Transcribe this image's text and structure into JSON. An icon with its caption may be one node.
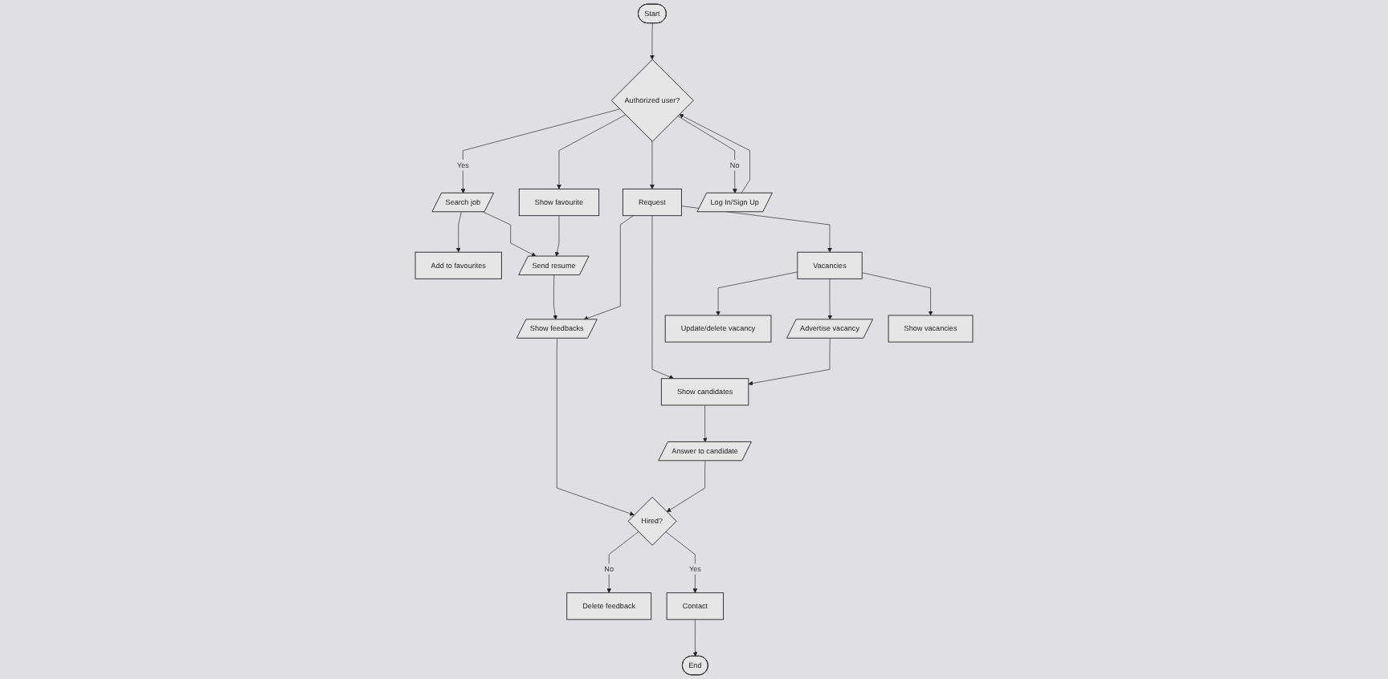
{
  "diagram": {
    "nodes": [
      {
        "text": [
          "Start"
        ]
      },
      {
        "text": [
          "Authorized user?"
        ]
      },
      {
        "text": [
          "Search job"
        ]
      },
      {
        "text": [
          "Show favourite"
        ]
      },
      {
        "text": [
          "Request"
        ]
      },
      {
        "text": [
          "Log In/Sign Up"
        ]
      },
      {
        "text": [
          "Add to favourites"
        ]
      },
      {
        "text": [
          "Send resume"
        ]
      },
      {
        "text": [
          "Show feedbacks"
        ]
      },
      {
        "text": [
          "Show candidates"
        ]
      },
      {
        "text": [
          "Vacancies"
        ]
      },
      {
        "text": [
          "Update/delete vacancy"
        ]
      },
      {
        "text": [
          "Hired?"
        ]
      },
      {
        "text": [
          "Answer to candidate"
        ]
      },
      {
        "text": [
          "Advertise vacancy"
        ]
      },
      {
        "text": [
          "Show vacancies"
        ]
      },
      {
        "text": [
          "Delete feedback"
        ]
      },
      {
        "text": [
          "Contact"
        ]
      },
      {
        "text": [
          "End"
        ]
      }
    ],
    "edges": [
      {
        "from": 0,
        "to": 1,
        "arrow": "to"
      },
      {
        "from": 1,
        "to": 2,
        "arrow": "to",
        "label": "Yes"
      },
      {
        "from": 1,
        "to": 3,
        "arrow": "to"
      },
      {
        "from": 1,
        "to": 4,
        "arrow": "to"
      },
      {
        "from": 1,
        "to": 5,
        "arrow": "to",
        "label": "No"
      },
      {
        "from": 5,
        "to": 1,
        "arrow": "to"
      },
      {
        "from": 2,
        "to": 6,
        "arrow": "to"
      },
      {
        "from": 2,
        "to": 7,
        "arrow": "to"
      },
      {
        "from": 3,
        "to": 7,
        "arrow": "to"
      },
      {
        "from": 4,
        "to": 8,
        "arrow": "to"
      },
      {
        "from": 4,
        "to": 9,
        "arrow": "to"
      },
      {
        "from": 4,
        "to": 10,
        "arrow": "to"
      },
      {
        "from": 7,
        "to": 8,
        "arrow": "to"
      },
      {
        "from": 8,
        "to": 12,
        "arrow": "to"
      },
      {
        "from": 10,
        "to": 11,
        "arrow": "to"
      },
      {
        "from": 10,
        "to": 14,
        "arrow": "to"
      },
      {
        "from": 10,
        "to": 15,
        "arrow": "to"
      },
      {
        "from": 14,
        "to": 9,
        "arrow": "to"
      },
      {
        "from": 9,
        "to": 13,
        "arrow": "to"
      },
      {
        "from": 13,
        "to": 12,
        "arrow": "to"
      },
      {
        "from": 12,
        "to": 16,
        "arrow": "to",
        "label": "No"
      },
      {
        "from": 12,
        "to": 17,
        "arrow": "to",
        "label": "Yes"
      },
      {
        "from": 17,
        "to": 18,
        "arrow": "to"
      }
    ]
  }
}
